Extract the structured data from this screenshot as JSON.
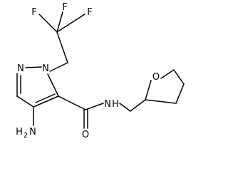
{
  "molecule": {
    "atoms": {
      "f1": "F",
      "f2": "F",
      "f3": "F",
      "n_ring_1": "N",
      "n_ring_2": "N",
      "n_amide": "N",
      "h_amide": "H",
      "o_carbonyl": "O",
      "o_ring": "O",
      "amino_h": "H",
      "amino_sub": "2",
      "amino_n": "N"
    },
    "colors": {
      "ink": "#000000",
      "background": "#ffffff"
    }
  }
}
